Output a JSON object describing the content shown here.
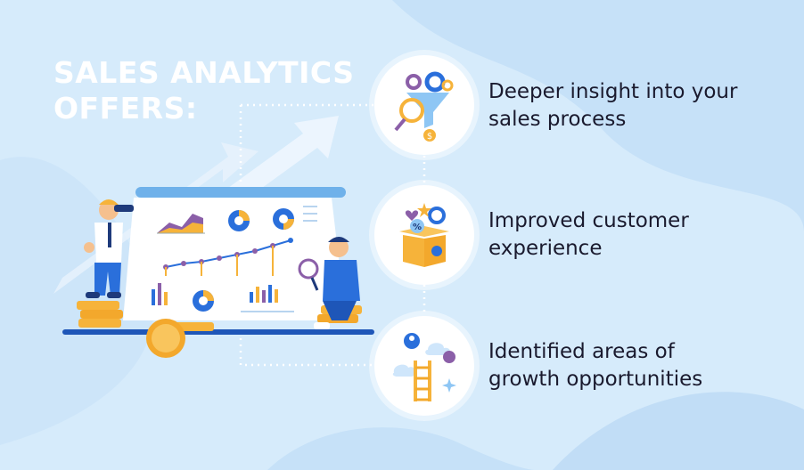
{
  "title": {
    "line1": "SALES ANALYTICS",
    "line2": "OFFERS:"
  },
  "benefits": [
    {
      "icon": "funnel-insight-icon",
      "line1": "Deeper insight into your",
      "line2": "sales process"
    },
    {
      "icon": "gift-box-icon",
      "line1": "Improved customer",
      "line2": "experience"
    },
    {
      "icon": "ladder-growth-icon",
      "line1": "Identified areas of",
      "line2": "growth opportunities"
    }
  ],
  "chart_badge": "%",
  "coin_symbol": "$",
  "colors": {
    "background": "#d6ebfb",
    "blob": "#c4e0f8",
    "accent_blue": "#2a6fdb",
    "accent_orange": "#f6b33a",
    "accent_purple": "#8b5fa8",
    "text": "#1a1a2e"
  }
}
